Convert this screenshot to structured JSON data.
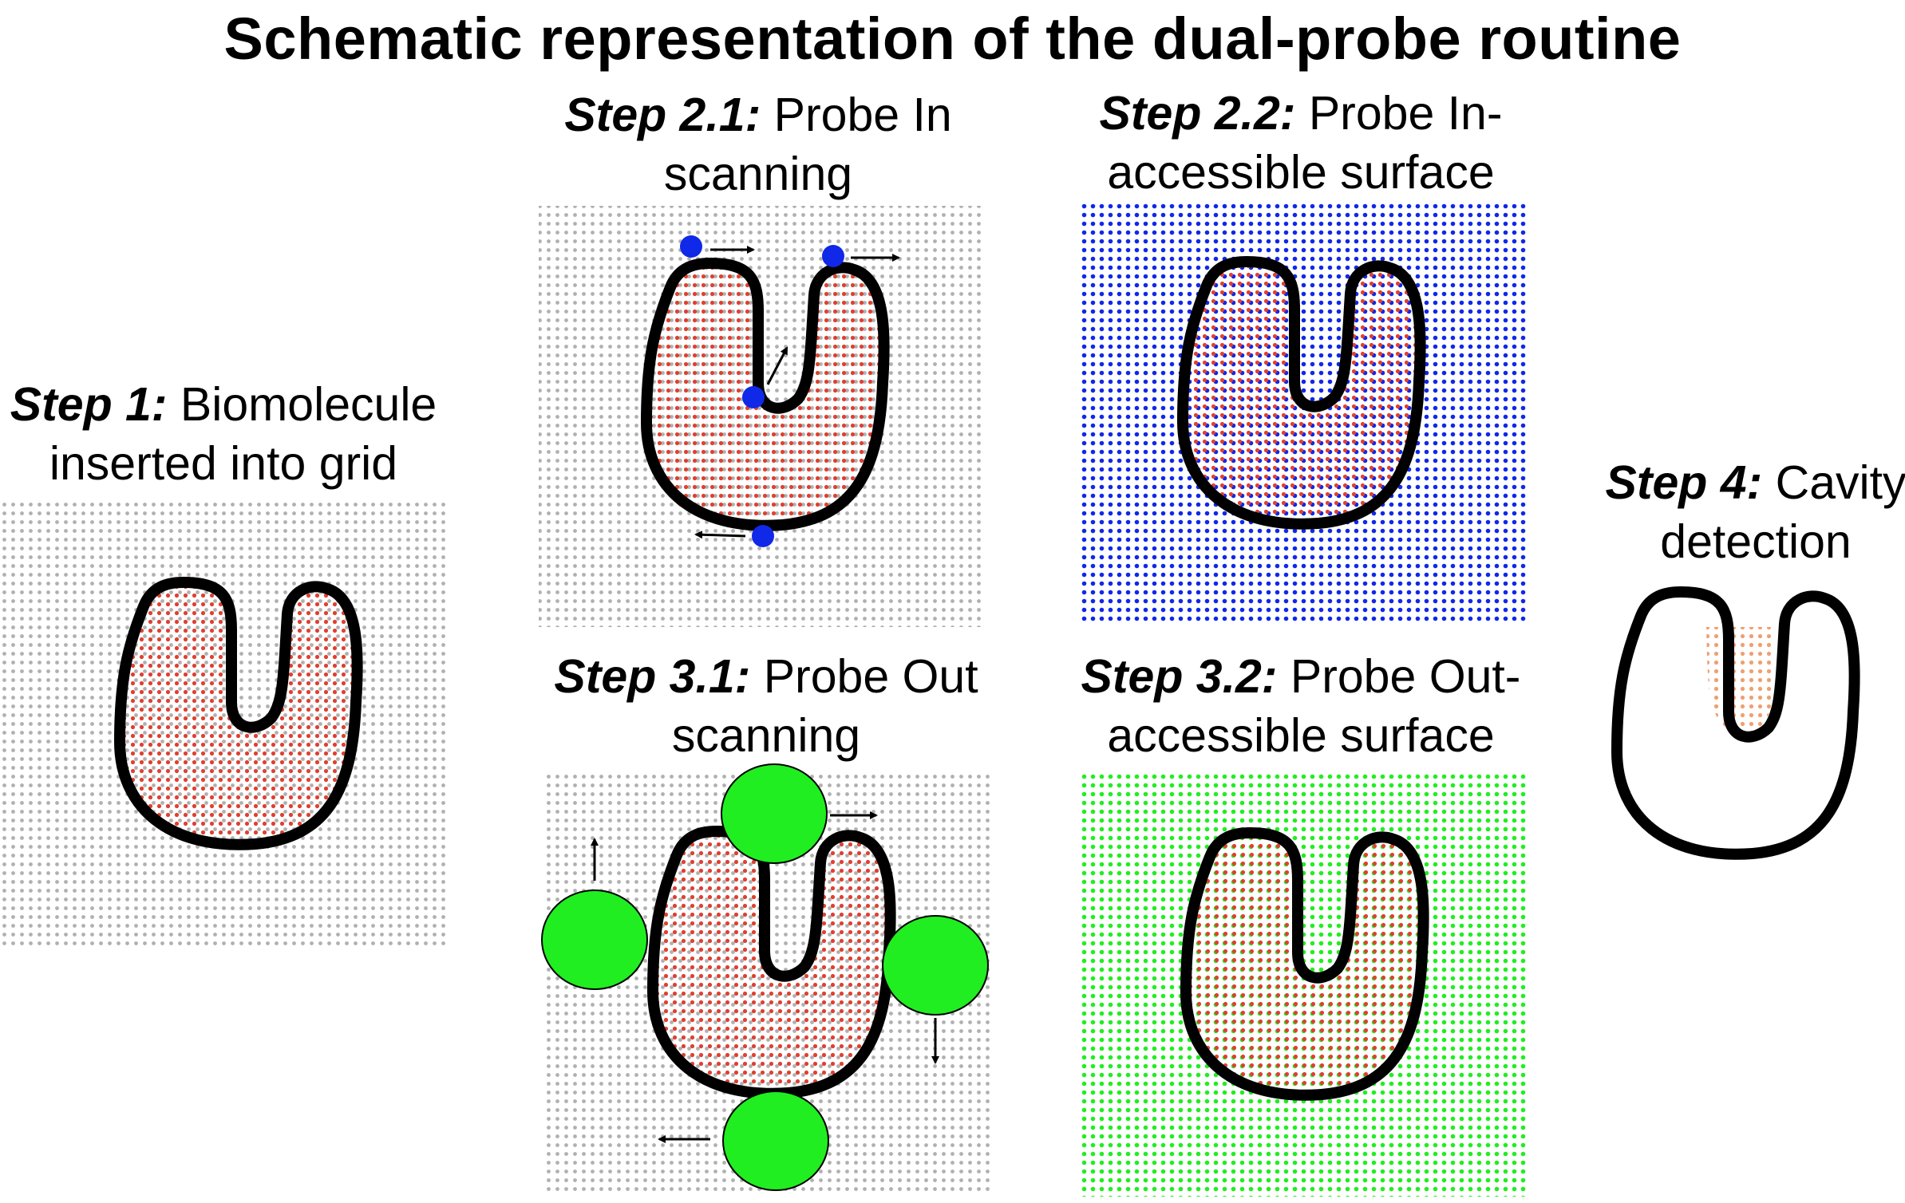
{
  "title": "Schematic representation of the dual-probe routine",
  "steps": [
    {
      "id": "step1",
      "step": "Step 1:",
      "line1": " Biomolecule",
      "line2": "inserted into grid"
    },
    {
      "id": "step21",
      "step": "Step 2.1:",
      "line1": " Probe In",
      "line2": "scanning"
    },
    {
      "id": "step22",
      "step": "Step 2.2:",
      "line1": " Probe In-",
      "line2": "accessible surface"
    },
    {
      "id": "step31",
      "step": "Step 3.1:",
      "line1": " Probe Out",
      "line2": "scanning"
    },
    {
      "id": "step32",
      "step": "Step 3.2:",
      "line1": " Probe Out-",
      "line2": "accessible surface"
    },
    {
      "id": "step4",
      "step": "Step 4:",
      "line1": " Cavity",
      "line2": "detection"
    }
  ],
  "colors": {
    "grid_gray": "#b0b0b0",
    "molecule_red": "#e04030",
    "probe_in_blue": "#1028e8",
    "probe_out_green": "#20ee20",
    "cavity_orange": "#f0a070",
    "outline": "#000000"
  }
}
